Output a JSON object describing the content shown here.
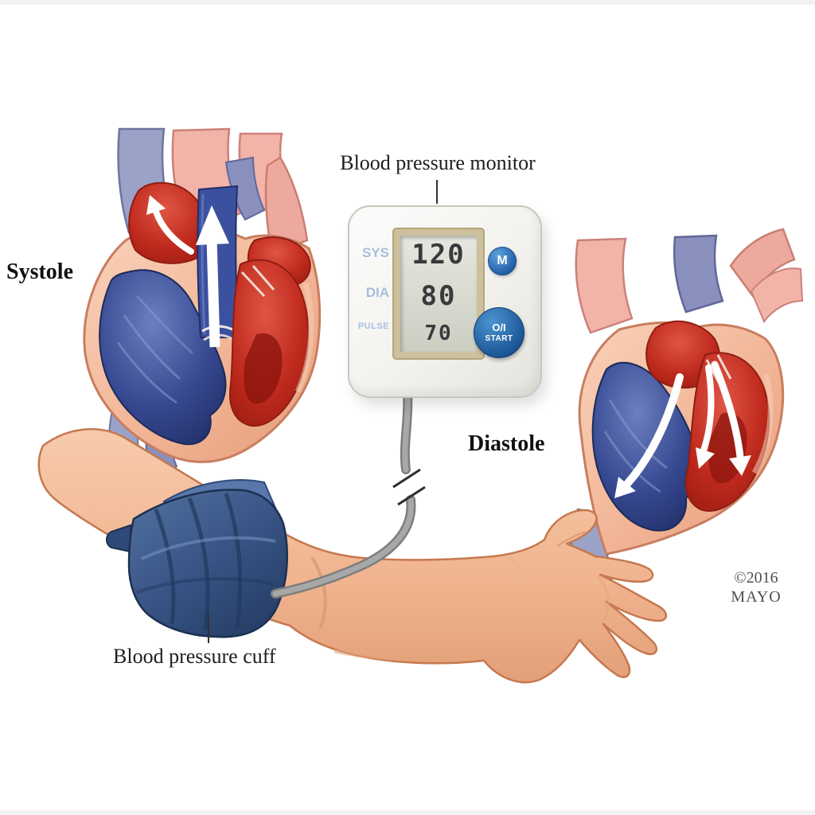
{
  "annotations": {
    "monitor_label": "Blood pressure monitor",
    "systole_label": "Systole",
    "diastole_label": "Diastole",
    "cuff_label": "Blood pressure cuff"
  },
  "monitor": {
    "display": {
      "sys_label": "SYS",
      "sys_value": "120",
      "dia_label": "DIA",
      "dia_value": "80",
      "pulse_label": "PULSE",
      "pulse_value": "70"
    },
    "buttons": {
      "memory": "M",
      "power_line1": "O/I",
      "power_line2": "START"
    }
  },
  "credit": {
    "line1": "©2016",
    "line2": "MAYO"
  },
  "colors": {
    "venous_blue": "#32447e",
    "arterial_red": "#b5231a",
    "cuff_blue": "#3a5688",
    "skin": "#f0b48f",
    "button_blue": "#1f5ca6",
    "lcd_frame_tan": "#cdc09c",
    "display_label_blue": "#a6bedf"
  }
}
